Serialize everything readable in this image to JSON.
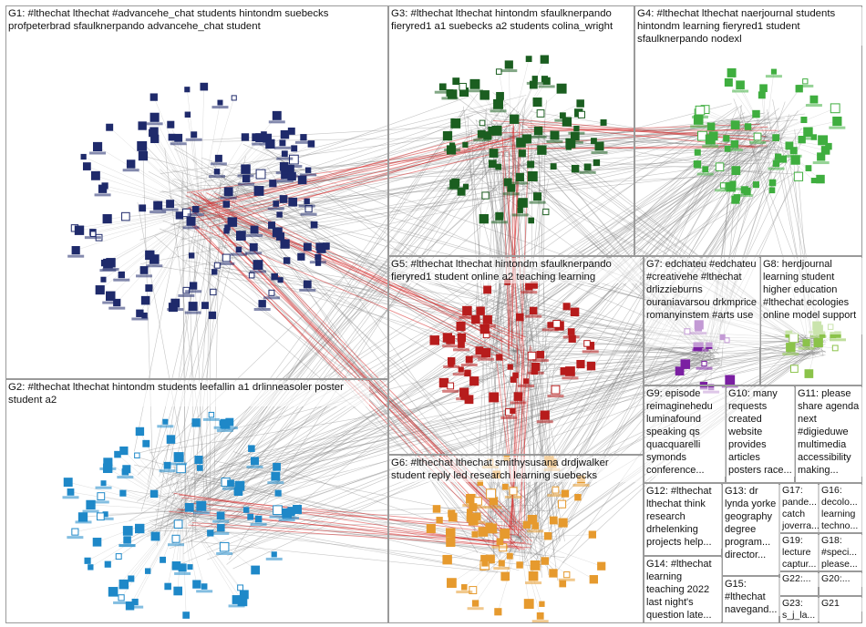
{
  "graph": {
    "palette": {
      "edge_gray": "#808080",
      "edge_red": "#d62828",
      "g1_node": "#1f2a6b",
      "g2_node": "#1e88c8",
      "g3_node": "#1b5e20",
      "g4_node": "#3fae3f",
      "g5_node": "#b71c1c",
      "g6_node": "#e69a2e",
      "g7_node": "#7b1fa2",
      "g8_node": "#8bc34a",
      "small_node": "#c2185b"
    },
    "groups": [
      {
        "id": "g1",
        "label": "G1: #lthechat lthechat #advancehe_chat students hintondm suebecks profpeterbrad sfaulknerpando advancehe_chat student"
      },
      {
        "id": "g2",
        "label": "G2: #lthechat lthechat hintondm students leefallin a1 drlinneasoler poster student a2"
      },
      {
        "id": "g3",
        "label": "G3: #lthechat lthechat hintondm sfaulknerpando fieryred1 a1 suebecks a2 students colina_wright"
      },
      {
        "id": "g4",
        "label": "G4: #lthechat lthechat naerjournal students hintondm learning fieryred1 student sfaulknerpando nodexl"
      },
      {
        "id": "g5",
        "label": "G5: #lthechat lthechat hintondm sfaulknerpando fieryred1 student online a2 teaching learning"
      },
      {
        "id": "g6",
        "label": "G6: #lthechat lthechat smithysusana drdjwalker student reply led research learning suebecks"
      },
      {
        "id": "g7",
        "label": "G7: edchateu #edchateu #creativehe #lthechat drlizzieburns ouraniavarsou drkmprice romanyinstem #arts use"
      },
      {
        "id": "g8",
        "label": "G8: herdjournal learning student higher education #lthechat ecologies online model support"
      },
      {
        "id": "g9",
        "label": "G9: episode reimaginehedu luminafound speaking qs quacquarelli symonds conference..."
      },
      {
        "id": "g10",
        "label": "G10: many requests created website provides articles posters race..."
      },
      {
        "id": "g11",
        "label": "G11: please share agenda next #digieduwe multimedia accessibility making..."
      },
      {
        "id": "g12",
        "label": "G12: #lthechat lthechat think research drhelenking projects help..."
      },
      {
        "id": "g13",
        "label": "G13: dr lynda yorke geography degree program... director..."
      },
      {
        "id": "g14",
        "label": "G14: #lthechat learning teaching 2022 last night's question late..."
      },
      {
        "id": "g15",
        "label": "G15: #lthechat navegand..."
      },
      {
        "id": "g16",
        "label": "G16: decolo... learning techno..."
      },
      {
        "id": "g17",
        "label": "G17: pande... catch joverra..."
      },
      {
        "id": "g18",
        "label": "G18: #speci... please..."
      },
      {
        "id": "g19",
        "label": "G19: lecture captur..."
      },
      {
        "id": "g20",
        "label": "G20:..."
      },
      {
        "id": "g21",
        "label": "G21"
      },
      {
        "id": "g22",
        "label": "G22:..."
      },
      {
        "id": "g23",
        "label": "G23: s_j_la..."
      }
    ]
  }
}
